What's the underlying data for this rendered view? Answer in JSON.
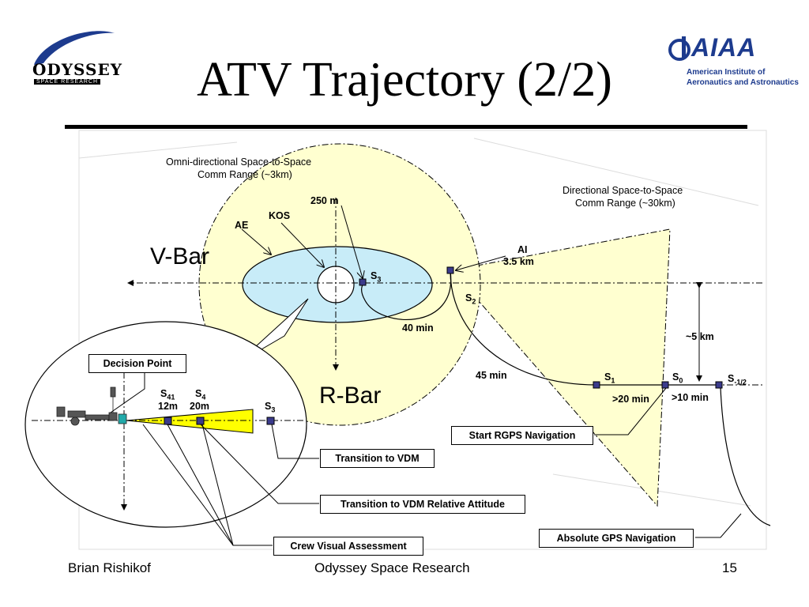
{
  "title": "ATV Trajectory (2/2)",
  "logos": {
    "left": {
      "name": "ODYSSEY",
      "sub": "SPACE RESEARCH"
    },
    "right": {
      "name": "AIAA",
      "line1": "American Institute of",
      "line2": "Aeronautics and Astronautics"
    }
  },
  "diagram": {
    "omni_label_1": "Omni-directional Space-to-Space",
    "omni_label_2": "Comm Range (~3km)",
    "dir_label_1": "Directional Space-to-Space",
    "dir_label_2": "Comm Range (~30km)",
    "vbar": "V-Bar",
    "rbar": "R-Bar",
    "label_250m": "250 m",
    "label_kos": "KOS",
    "label_ae": "AE",
    "label_ai": "AI",
    "label_ai_dist": "3.5 km",
    "s3_main": "S",
    "s3_sub": "3",
    "s2_main": "S",
    "s2_sub": "2",
    "s1_main": "S",
    "s1_sub": "1",
    "s0_main": "S",
    "s0_sub": "0",
    "sm12_main": "S",
    "sm12_sub": "-1/2",
    "t40": "40 min",
    "t45": "45 min",
    "t20": ">20 min",
    "t10": ">10 min",
    "dist5": "~5 km",
    "s41_main": "S",
    "s41_sub": "41",
    "s41_dist": "12m",
    "s4_main": "S",
    "s4_sub": "4",
    "s4_dist": "20m",
    "s3_inset_main": "S",
    "s3_inset_sub": "3",
    "decision_point": "Decision Point",
    "start_rgps": "Start RGPS Navigation",
    "transition_vdm": "Transition to VDM",
    "transition_vdm_rel": "Transition to VDM Relative Attitude",
    "crew_visual": "Crew Visual Assessment",
    "abs_gps": "Absolute GPS Navigation"
  },
  "footer": {
    "left": "Brian Rishikof",
    "center": "Odyssey Space Research",
    "page": "15"
  },
  "colors": {
    "comm_fill": "#ffffd0",
    "ellipse_fill": "#c8ecf8",
    "cone_fill": "#ffff00",
    "marker": "#3b3b8c",
    "aiaa_blue": "#1d3b8e"
  }
}
